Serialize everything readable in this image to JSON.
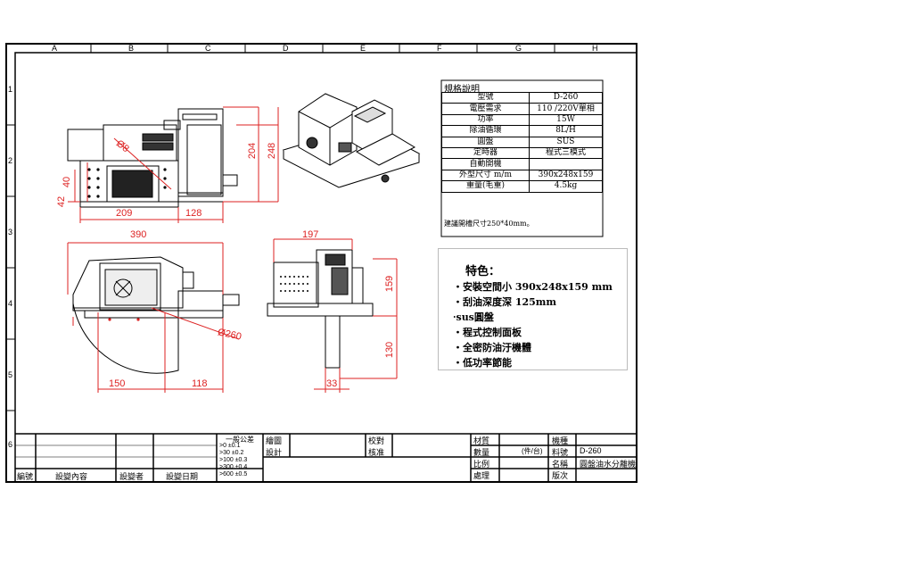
{
  "grid": {
    "columns": [
      "A",
      "B",
      "C",
      "D",
      "E",
      "F",
      "G",
      "H"
    ],
    "rows": [
      "1",
      "2",
      "3",
      "4",
      "5",
      "6"
    ]
  },
  "spec_table": {
    "title": "規格說明",
    "rows": [
      {
        "label": "型號",
        "value": "D-260"
      },
      {
        "label": "電壓需求",
        "value": "110 /220V單相"
      },
      {
        "label": "功率",
        "value": "15W"
      },
      {
        "label": "除油循環",
        "value": "8L/H"
      },
      {
        "label": "圓盤",
        "value": "SUS"
      },
      {
        "label": "定時器",
        "value": "程式三模式"
      },
      {
        "label": "自動開機",
        "value": ""
      },
      {
        "label": "外型尺寸 m/m",
        "value": "390x248x159"
      },
      {
        "label": "重量(毛重)",
        "value": "4.5kg"
      }
    ],
    "note": "建議開槽尺寸250*40mm。"
  },
  "features": {
    "title": "特色：",
    "items": [
      "‧安裝空間小 390x248x159 mm",
      "‧刮油深度深 125mm",
      "‧sus圓盤",
      "‧程式控制面板",
      "‧全密防油汙機體",
      "‧低功率節能"
    ]
  },
  "dimensions": {
    "front": {
      "d8": "Ø8",
      "h204": "204",
      "h248": "248",
      "h40": "40",
      "h42": "42",
      "w209": "209",
      "w128": "128"
    },
    "side": {
      "w390": "390",
      "d260": "Ø260",
      "w150": "150",
      "w118": "118"
    },
    "end": {
      "w197": "197",
      "h159": "159",
      "h130": "130",
      "w33": "33"
    }
  },
  "title_block": {
    "tolerance_title": "一般公差",
    "tolerances": [
      ">0    ±0.1",
      ">30  ±0.2",
      ">100 ±0.3",
      ">300 ±0.4",
      ">600 ±0.5"
    ],
    "draw": "繪圖",
    "design": "設計",
    "check": "校對",
    "approve": "核准",
    "material": "材質",
    "quantity": "數量",
    "per_unit": "(件/台)",
    "scale": "比例",
    "process": "處理",
    "model_label": "機種",
    "part_no_label": "料號",
    "part_no": "D-260",
    "name_label": "名稱",
    "name": "圓盤油水分離機",
    "version_label": "版次",
    "rev_no": "編號",
    "change_content": "設變內容",
    "changer": "設變者",
    "change_date": "設變日期"
  }
}
